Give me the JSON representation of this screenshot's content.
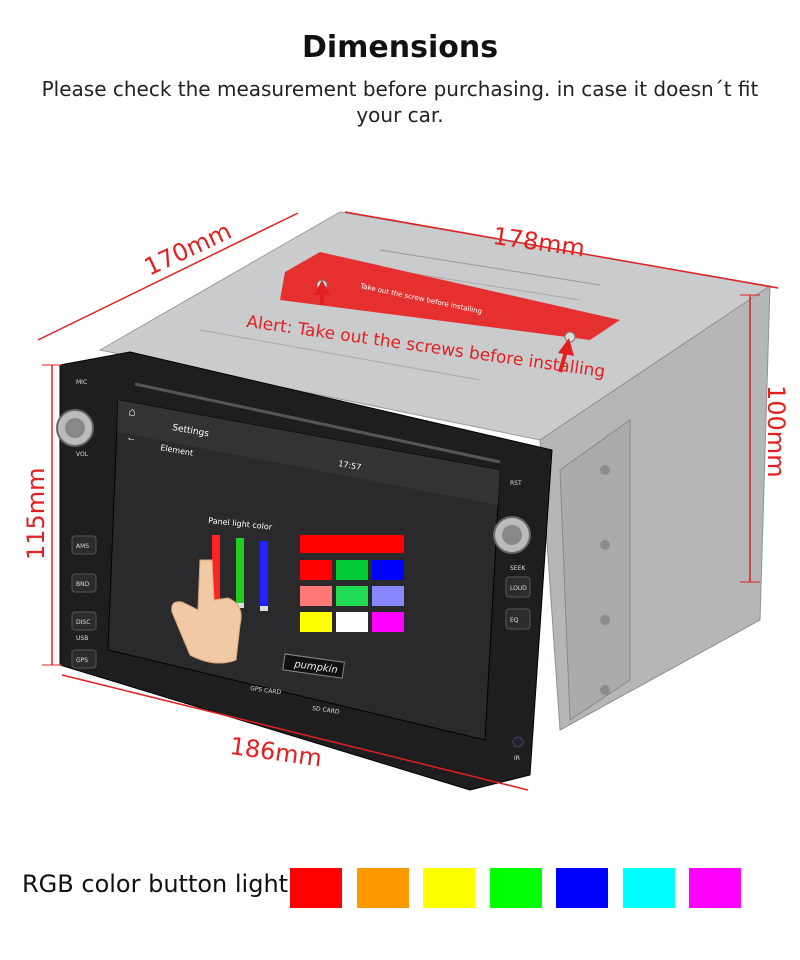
{
  "header": {
    "title": "Dimensions",
    "subtitle": "Please check the measurement before purchasing. in case it doesn´t fit your car."
  },
  "dimensions": {
    "depth_left": "170mm",
    "depth_top": "178mm",
    "height_right": "100mm",
    "height_left": "115mm",
    "width_bottom": "186mm"
  },
  "alert": {
    "text": "Alert: Take out the screws before installing",
    "sticker_text": "Take out the screw before installing"
  },
  "device": {
    "brand": "pumpkin",
    "left_buttons": [
      "MIC",
      "VOL",
      "AMS",
      "BND",
      "DISC",
      "GPS",
      "USB"
    ],
    "right_buttons": [
      "RST",
      "SEEK",
      "LOUD",
      "EQ"
    ],
    "bottom_slots": [
      "GPS CARD",
      "SD CARD"
    ],
    "ir_label": "IR",
    "screen": {
      "app_title": "Settings",
      "breadcrumb": "Element",
      "time": "17:57",
      "panel_label": "Panel light color",
      "palette": [
        "#ff0000",
        "#ff0000",
        "#00cc33",
        "#0000ff",
        "#ff7777",
        "#22dd55",
        "#8888ff",
        "#ffff00",
        "#ffffff",
        "#ff00ff"
      ],
      "slider_colors": [
        "#ff2222",
        "#22cc22",
        "#2222ff"
      ]
    }
  },
  "rgb": {
    "label": "RGB color button light",
    "colors": [
      "#ff0000",
      "#ff9900",
      "#ffff00",
      "#00ff00",
      "#0000ff",
      "#00ffff",
      "#ff00ff"
    ]
  }
}
